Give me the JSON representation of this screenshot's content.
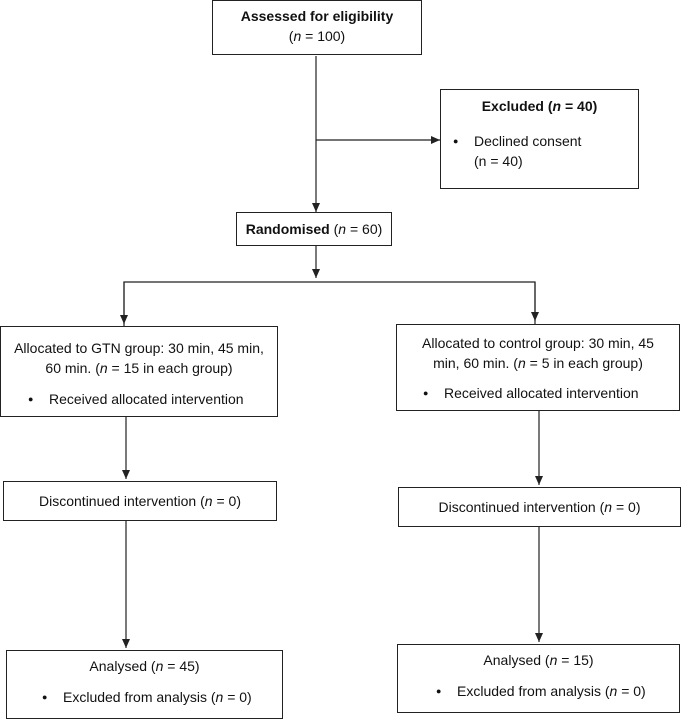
{
  "n_symbol": "n",
  "assessed": {
    "title": "Assessed for eligibility",
    "n_text": " = 100)"
  },
  "excluded": {
    "title_pre": "Excluded (",
    "n_text": " = 40)",
    "bullet_1": "Declined consent",
    "bullet_2": "(n = 40)"
  },
  "randomised": {
    "title": "Randomised",
    "n_text": " = 60)"
  },
  "gtn": {
    "line_1": "Allocated to GTN group: 30 min, 45 min,",
    "line_2_pre": "60 min. (",
    "line_2_post": " = 15 in each group)",
    "bullet": "Received allocated intervention",
    "discontinued_pre": "Discontinued intervention (",
    "discontinued_post": " = 0)",
    "analysed_pre": "Analysed (",
    "analysed_post": " = 45)",
    "excluded_pre": "Excluded from analysis (",
    "excluded_post": " = 0)"
  },
  "control": {
    "line_1": "Allocated to control group: 30 min, 45",
    "line_2_pre": "min, 60 min. (",
    "line_2_post": " = 5 in each group)",
    "bullet": "Received allocated intervention",
    "discontinued_pre": "Discontinued intervention (",
    "discontinued_post": " = 0)",
    "analysed_pre": "Analysed (",
    "analysed_post": " = 15)",
    "excluded_pre": "Excluded from analysis (",
    "excluded_post": " = 0)"
  }
}
